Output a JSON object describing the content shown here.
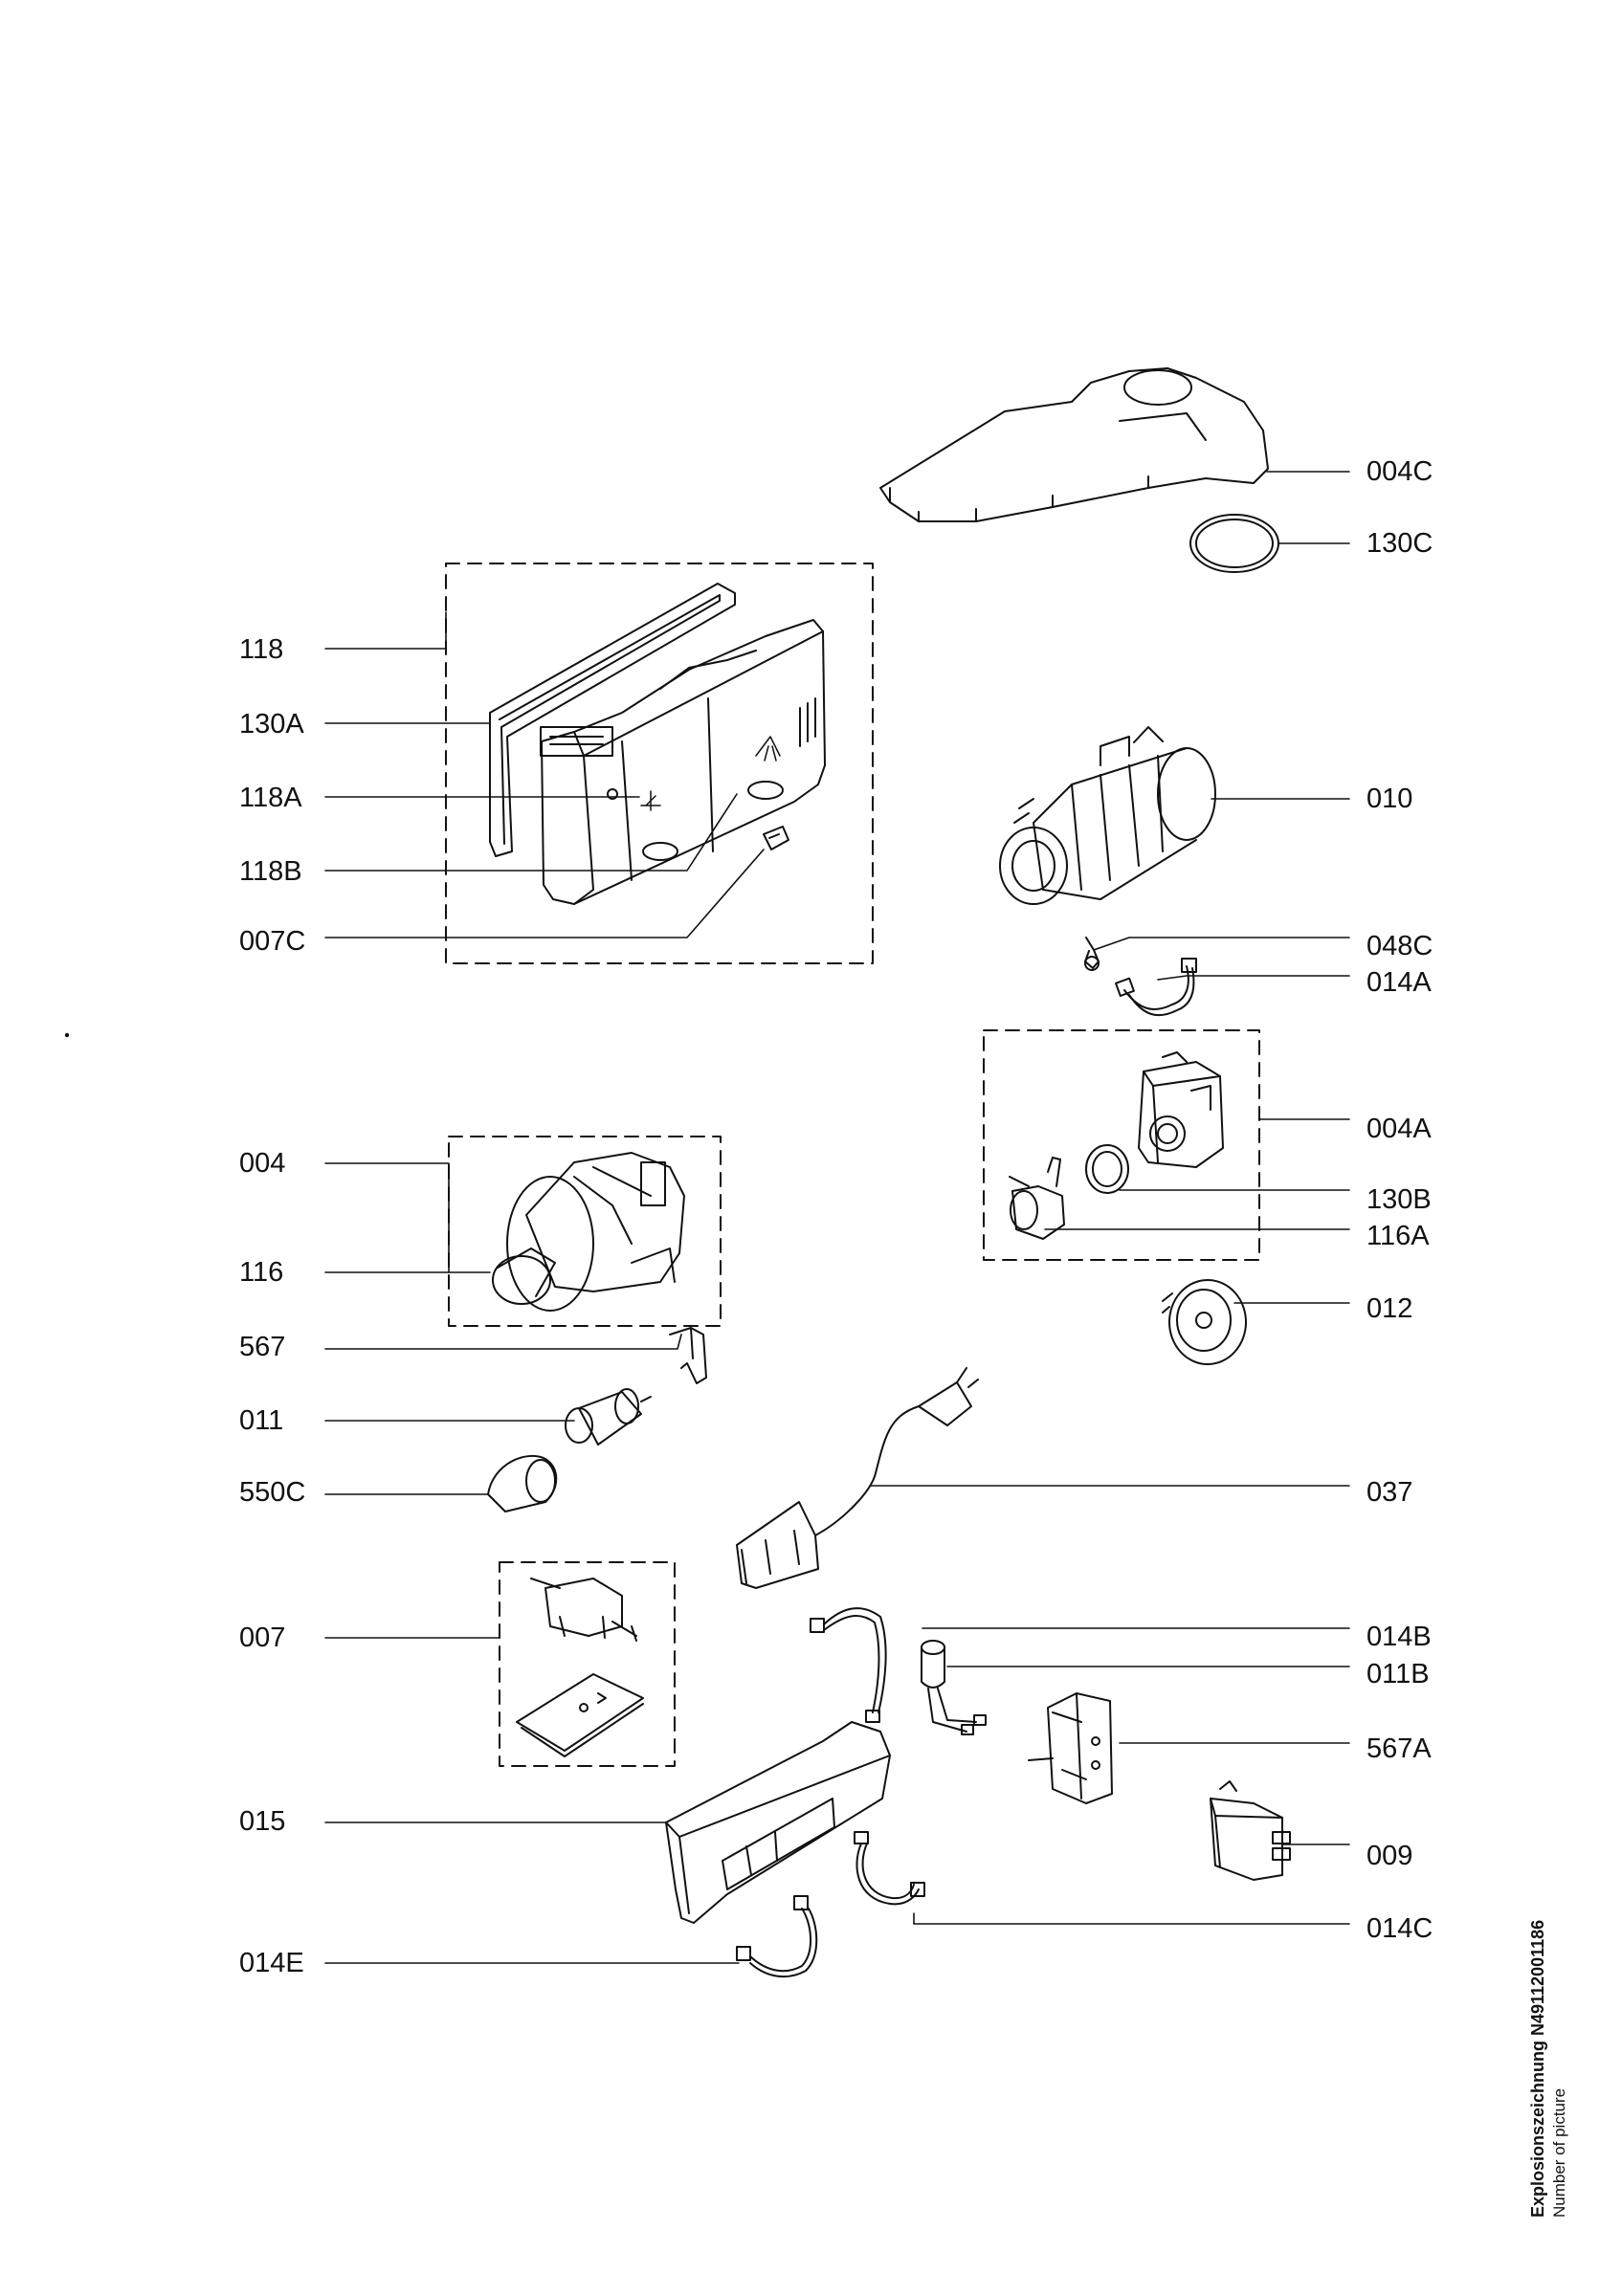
{
  "labels": {
    "l_004C": "004C",
    "l_130C": "130C",
    "l_118": "118",
    "l_130A": "130A",
    "l_118A": "118A",
    "l_118B": "118B",
    "l_007C": "007C",
    "l_010": "010",
    "l_048C": "048C",
    "l_014A": "014A",
    "l_004A": "004A",
    "l_130B": "130B",
    "l_116A": "116A",
    "l_012": "012",
    "l_004": "004",
    "l_116": "116",
    "l_567": "567",
    "l_011": "011",
    "l_550C": "550C",
    "l_037": "037",
    "l_007": "007",
    "l_014B": "014B",
    "l_011B": "011B",
    "l_567A": "567A",
    "l_009": "009",
    "l_015": "015",
    "l_014C": "014C",
    "l_014E": "014E"
  },
  "side_title": "Explosionszeichnung N49112001186",
  "side_subtitle": "Number of picture"
}
